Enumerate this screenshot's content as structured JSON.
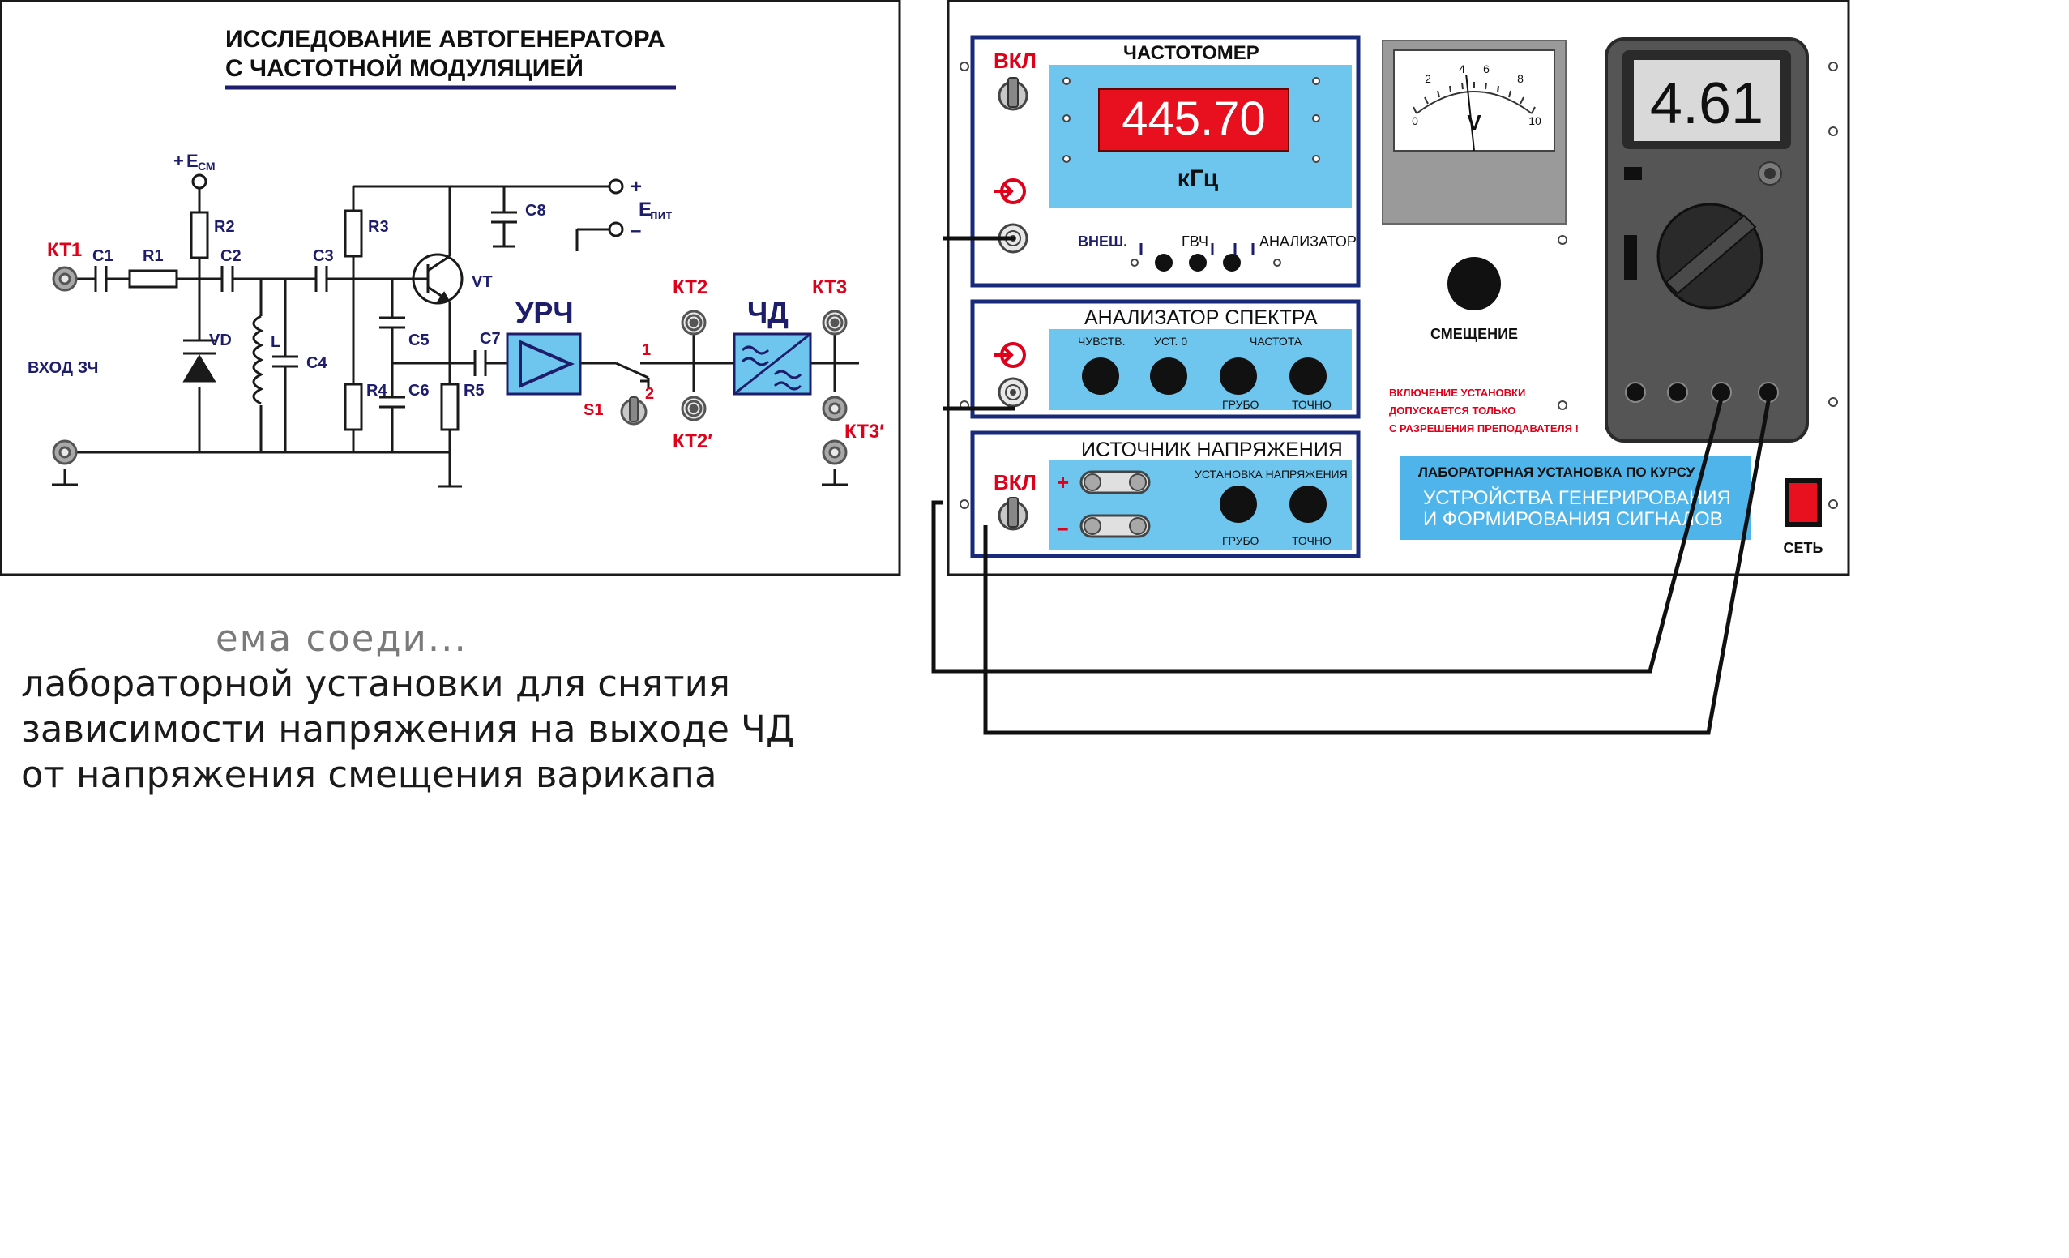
{
  "schematic": {
    "title_line1": "ИССЛЕДОВАНИЕ  АВТОГЕНЕРАТОРА",
    "title_line2": "С  ЧАСТОТНОЙ  МОДУЛЯЦИЕЙ",
    "supply_bias_plus": "+",
    "supply_bias_E": "E",
    "supply_bias_sub": "СМ",
    "supply_pit_E": "E",
    "supply_pit_sub": "пит",
    "plus": "+",
    "minus": "–",
    "kt1": "КТ1",
    "kt2": "КТ2",
    "kt2p": "КТ2′",
    "kt3": "КТ3",
    "kt3p": "КТ3′",
    "input_label": "ВХОД  ЗЧ",
    "c1": "C1",
    "r1": "R1",
    "r2": "R2",
    "c2": "C2",
    "vd": "VD",
    "l": "L",
    "c4": "C4",
    "c3": "C3",
    "r3": "R3",
    "r4": "R4",
    "c5": "C5",
    "c6": "C6",
    "r5": "R5",
    "vt": "VT",
    "c7": "C7",
    "c8": "C8",
    "s1": "S1",
    "sw1": "1",
    "sw2": "2",
    "urch": "УРЧ",
    "chd": "ЧД"
  },
  "panel": {
    "freq": {
      "title": "ЧАСТОТОМЕР",
      "on_label": "ВКЛ",
      "reading": "445.70",
      "unit": "кГц",
      "ext": "ВНЕШ.",
      "gvch": "ГВЧ",
      "analyzer": "АНАЛИЗАТОР"
    },
    "spectrum": {
      "title": "АНАЛИЗАТОР СПЕКТРА",
      "sens": "ЧУВСТВ.",
      "set0": "УСТ. 0",
      "freq": "ЧАСТОТА",
      "coarse": "ГРУБО",
      "fine": "ТОЧНО"
    },
    "source": {
      "title": "ИСТОЧНИК НАПРЯЖЕНИЯ",
      "on_label": "ВКЛ",
      "plus": "+",
      "minus": "–",
      "setting": "УСТАНОВКА  НАПРЯЖЕНИЯ",
      "coarse": "ГРУБО",
      "fine": "ТОЧНО"
    },
    "voltmeter": {
      "scale": [
        "0",
        "2",
        "4",
        "6",
        "8",
        "10"
      ],
      "unit": "V",
      "level": 0.45
    },
    "bias_knob": "СМЕЩЕНИЕ",
    "warning": [
      "ВКЛЮЧЕНИЕ УСТАНОВКИ",
      "ДОПУСКАЕТСЯ ТОЛЬКО",
      "С РАЗРЕШЕНИЯ ПРЕПОДАВАТЕЛЯ !"
    ],
    "course_label": [
      "ЛАБОРАТОРНАЯ УСТАНОВКА  ПО КУРСУ",
      "УСТРОЙСТВА ГЕНЕРИРОВАНИЯ",
      "И ФОРМИРОВАНИЯ  СИГНАЛОВ"
    ],
    "power": "СЕТЬ",
    "multimeter_reading": "4.61"
  },
  "caption": {
    "line0": "ема соеди...",
    "line1": "лабораторной установки для снятия",
    "line2": "зависимости напряжения на выходе ЧД",
    "line3": "от напряжения смещения варикапа"
  },
  "colors": {
    "label_red": "#e0001a",
    "label_navy": "#1d1d6b",
    "panel_blue": "#6ec6ef",
    "frame_navy": "#1a2a7a",
    "display_red": "#e8101e",
    "multimeter_body": "#5b5b5b",
    "course_plate": "#4fb4ea"
  }
}
